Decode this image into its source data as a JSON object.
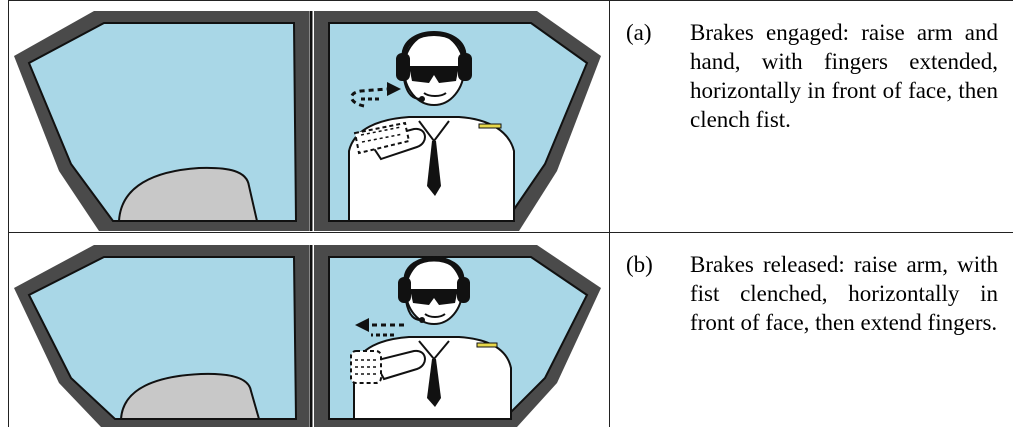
{
  "signals": [
    {
      "label": "(a)",
      "text": "Brakes engaged: raise arm and hand, with fingers extended, horizontally in front of face, then clench fist.",
      "illustration": {
        "icon": "pilot-brakes-engaged-illustration",
        "arrow": "pointing right"
      }
    },
    {
      "label": "(b)",
      "text": "Brakes released: raise arm, with fist clenched, horizontally in front of face, then extend fingers.",
      "illustration": {
        "icon": "pilot-brakes-released-illustration",
        "arrow": "pointing left"
      }
    }
  ],
  "colors": {
    "frame": "#4a4a4a",
    "glass": "#a9d7e7",
    "outline": "#111111",
    "nose": "#c8c8c8",
    "arrow": "#111111"
  }
}
